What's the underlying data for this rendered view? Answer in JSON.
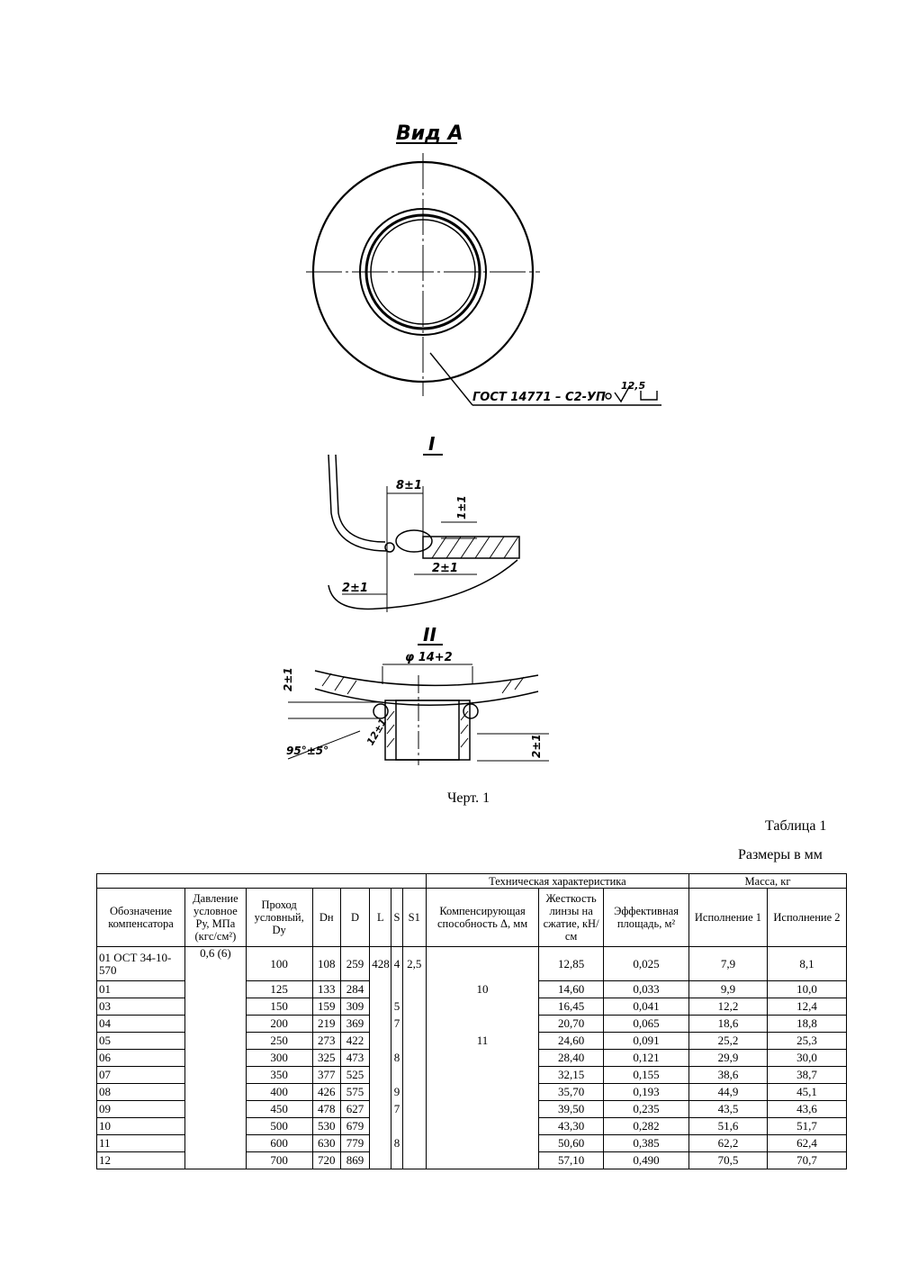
{
  "drawing": {
    "view_title": "Вид А",
    "weld_note": "ГОСТ 14771 – С2-УП",
    "roughness": "12,5",
    "section_1": "I",
    "section_2": "II",
    "dim_8": "8±1",
    "dim_1": "1±1",
    "dim_2a": "2±1",
    "dim_2b": "2±1",
    "dim_phi": "φ 14+2",
    "dim_2c": "2±1",
    "dim_2d": "2±1",
    "dim_angle": "95°±5°",
    "dim_12": "12±1",
    "caption": "Черт. 1"
  },
  "table_title": "Таблица 1",
  "table_units": "Размеры в мм",
  "table": {
    "group_tech": "Техническая характеристика",
    "group_mass": "Масса, кг",
    "headers": {
      "designation": "Обозначение компенсатора",
      "pressure": "Давление условное Pу, МПа (кгс/см²)",
      "dn": "Проход условный, Dу",
      "dn_outer": "Dн",
      "d": "D",
      "l": "L",
      "s": "S",
      "s1": "S1",
      "capacity": "Компенсирующая способность Δ, мм",
      "stiffness": "Жесткость линзы на сжатие, кН/см",
      "area": "Эффективная площадь, м²",
      "mass1": "Исполнение 1",
      "mass2": "Исполнение 2"
    },
    "pressure_value": "0,6 (6)",
    "l_value": "428",
    "s_first": "4",
    "s1_first": "2,5",
    "capacity_10": "10",
    "capacity_11": "11",
    "s_5": "5",
    "s_7a": "7",
    "s_8a": "8",
    "s_9": "9",
    "s_7b": "7",
    "s_8b": "8",
    "rows": [
      {
        "id": "01 ОСТ 34-10-570",
        "dn": "100",
        "dnar": "108",
        "d": "259",
        "stiff": "12,85",
        "area": "0,025",
        "m1": "7,9",
        "m2": "8,1"
      },
      {
        "id": "01",
        "dn": "125",
        "dnar": "133",
        "d": "284",
        "stiff": "14,60",
        "area": "0,033",
        "m1": "9,9",
        "m2": "10,0"
      },
      {
        "id": "03",
        "dn": "150",
        "dnar": "159",
        "d": "309",
        "stiff": "16,45",
        "area": "0,041",
        "m1": "12,2",
        "m2": "12,4"
      },
      {
        "id": "04",
        "dn": "200",
        "dnar": "219",
        "d": "369",
        "stiff": "20,70",
        "area": "0,065",
        "m1": "18,6",
        "m2": "18,8"
      },
      {
        "id": "05",
        "dn": "250",
        "dnar": "273",
        "d": "422",
        "stiff": "24,60",
        "area": "0,091",
        "m1": "25,2",
        "m2": "25,3"
      },
      {
        "id": "06",
        "dn": "300",
        "dnar": "325",
        "d": "473",
        "stiff": "28,40",
        "area": "0,121",
        "m1": "29,9",
        "m2": "30,0"
      },
      {
        "id": "07",
        "dn": "350",
        "dnar": "377",
        "d": "525",
        "stiff": "32,15",
        "area": "0,155",
        "m1": "38,6",
        "m2": "38,7"
      },
      {
        "id": "08",
        "dn": "400",
        "dnar": "426",
        "d": "575",
        "stiff": "35,70",
        "area": "0,193",
        "m1": "44,9",
        "m2": "45,1"
      },
      {
        "id": "09",
        "dn": "450",
        "dnar": "478",
        "d": "627",
        "stiff": "39,50",
        "area": "0,235",
        "m1": "43,5",
        "m2": "43,6"
      },
      {
        "id": "10",
        "dn": "500",
        "dnar": "530",
        "d": "679",
        "stiff": "43,30",
        "area": "0,282",
        "m1": "51,6",
        "m2": "51,7"
      },
      {
        "id": "11",
        "dn": "600",
        "dnar": "630",
        "d": "779",
        "stiff": "50,60",
        "area": "0,385",
        "m1": "62,2",
        "m2": "62,4"
      },
      {
        "id": "12",
        "dn": "700",
        "dnar": "720",
        "d": "869",
        "stiff": "57,10",
        "area": "0,490",
        "m1": "70,5",
        "m2": "70,7"
      }
    ]
  }
}
